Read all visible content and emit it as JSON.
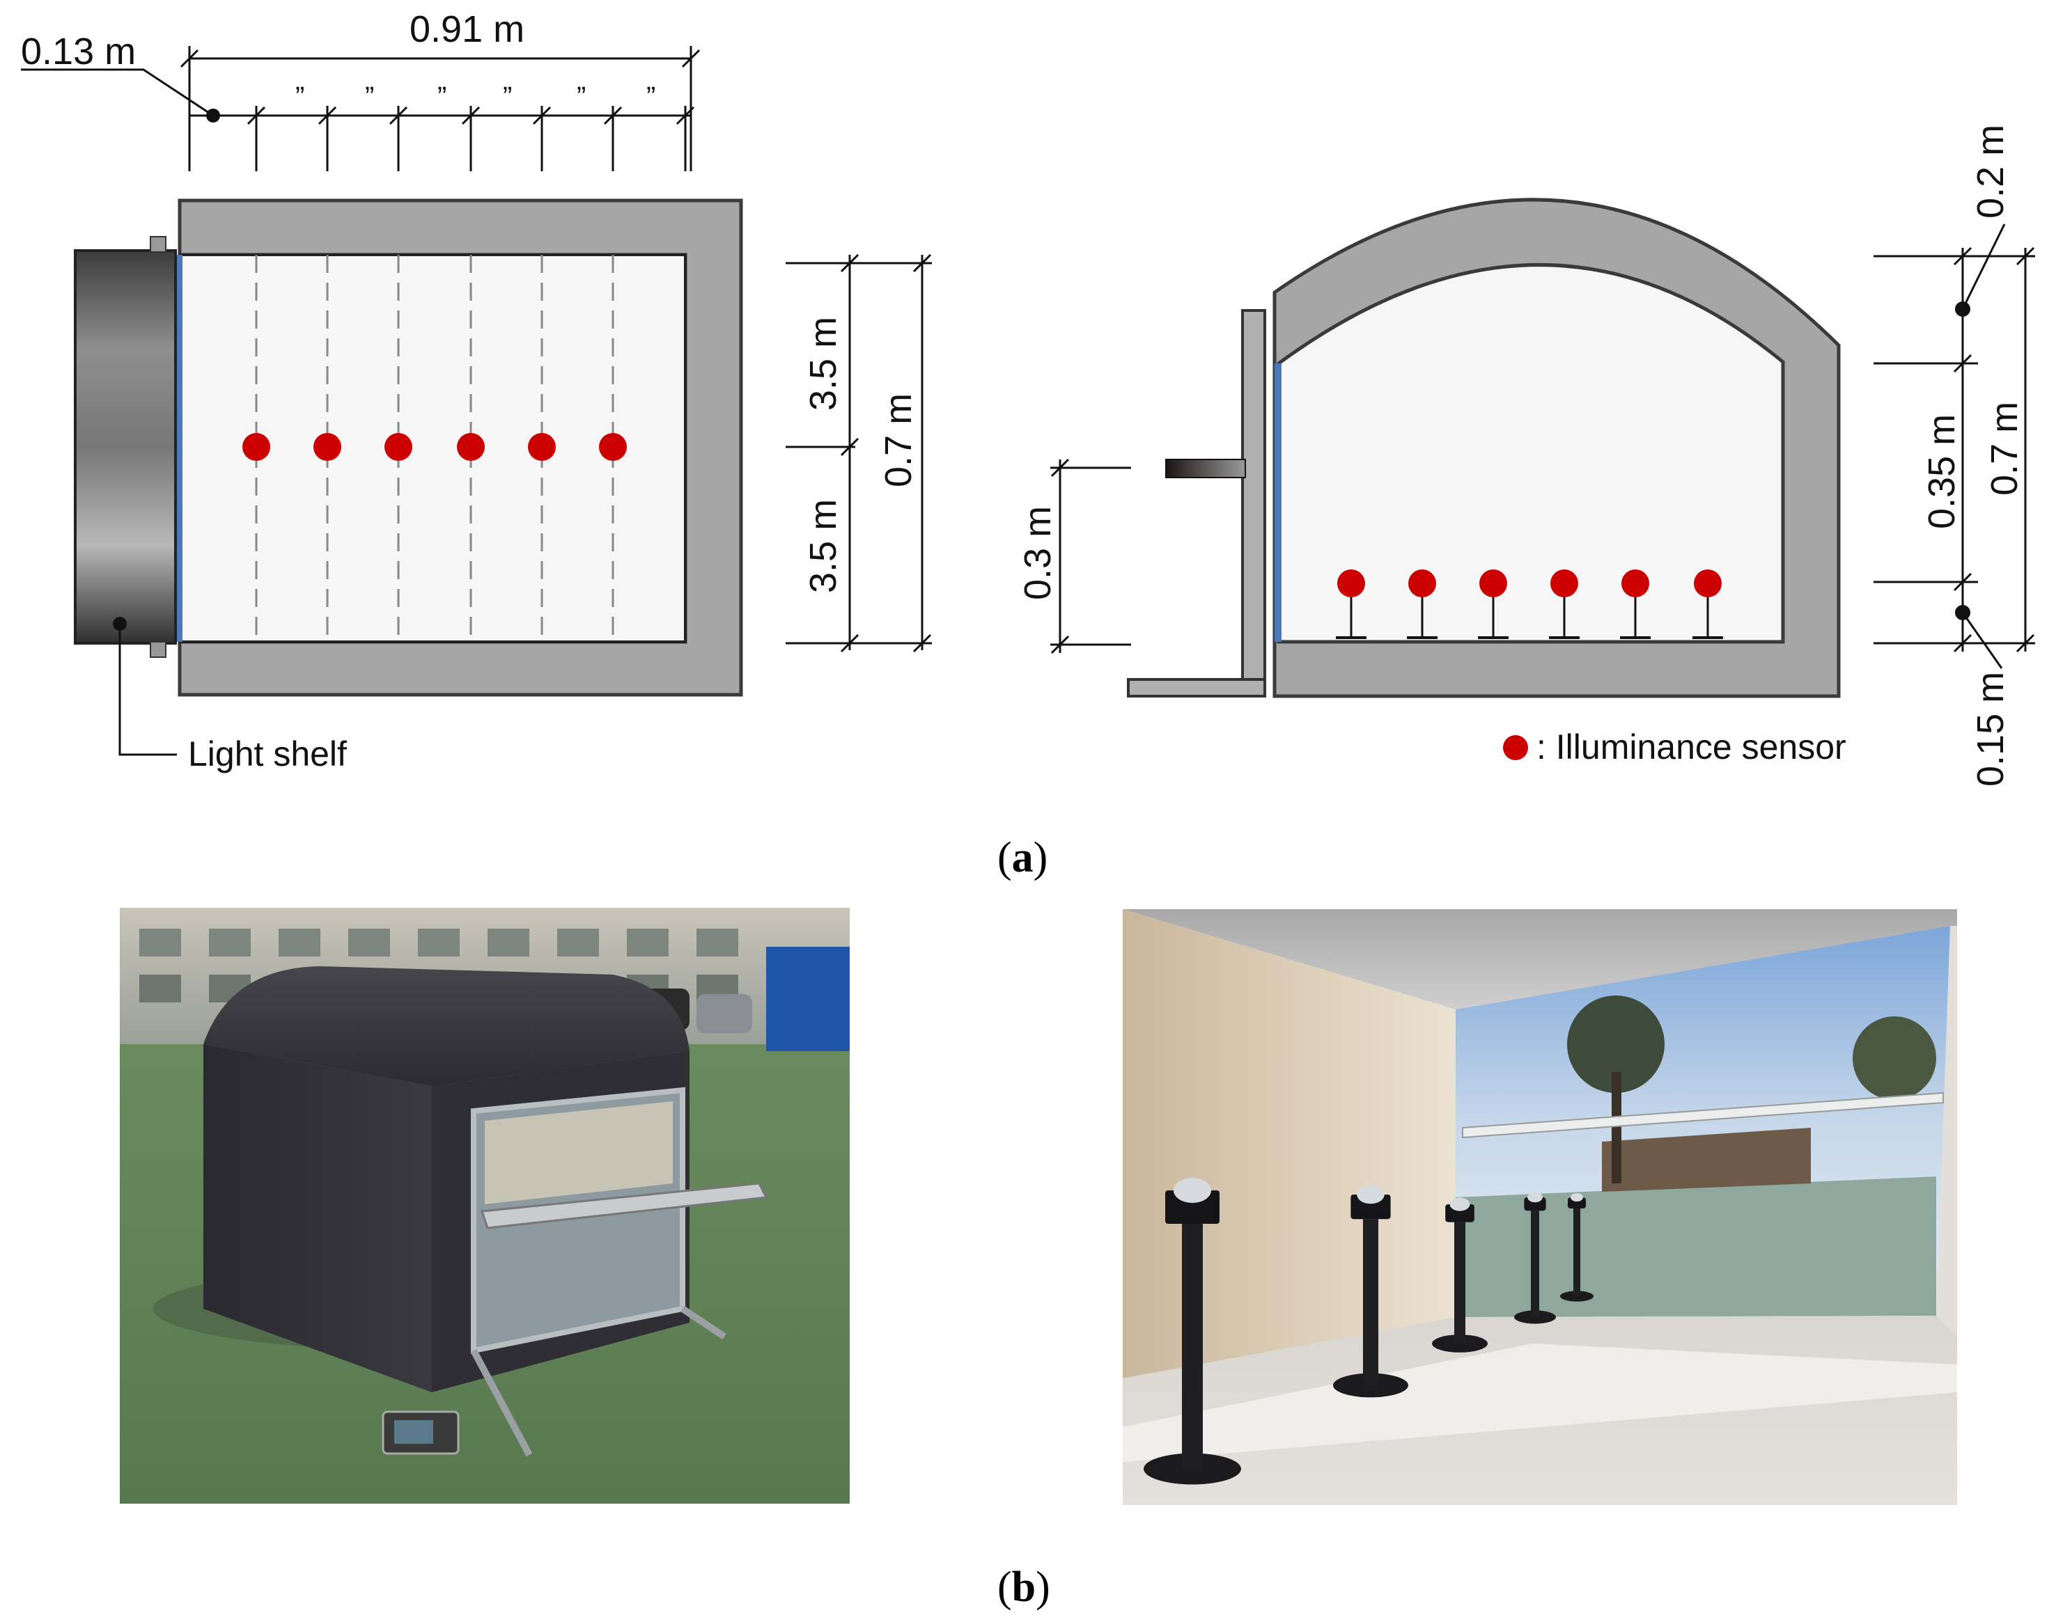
{
  "plan": {
    "width_label": "0.91 m",
    "spacing_label": "0.13 m",
    "ditto_mark": "”",
    "half_depth_top": "3.5 m",
    "half_depth_bottom": "3.5 m",
    "depth_total": "0.7 m",
    "light_shelf_label": "Light shelf"
  },
  "section": {
    "ceiling_label": "0.2 m",
    "mid_label": "0.35 m",
    "height_total": "0.7 m",
    "floor_label": "0.15 m",
    "shelf_height": "0.3 m",
    "legend_text": ": Illuminance sensor"
  },
  "captions": {
    "a": "a",
    "b": "b",
    "open": "(",
    "close": ")"
  },
  "colors": {
    "sensor": "#cc0000",
    "wall": "#a6a6a6",
    "glazing": "#4a78b8",
    "grass": "#6b8a5e",
    "box": "#2e2d33"
  }
}
